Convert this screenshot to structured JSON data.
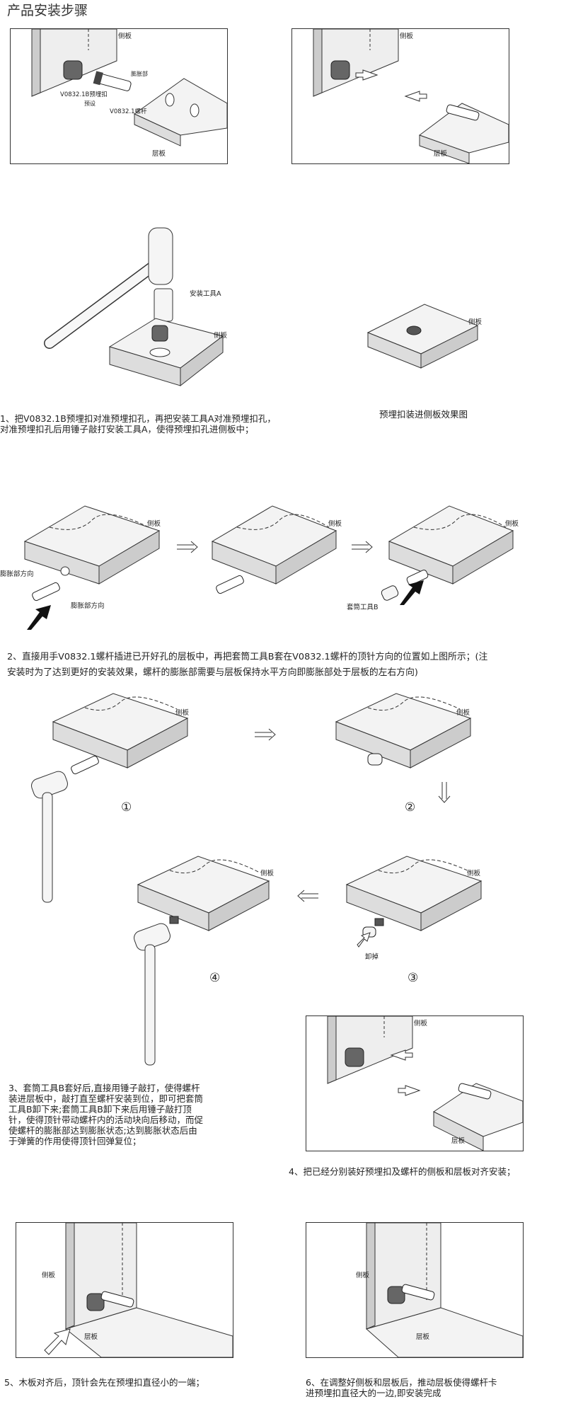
{
  "page": {
    "title": "产品安装步骤"
  },
  "labels": {
    "side_panel": "侧板",
    "shelf": "层板",
    "v_1b": "V0832.1B预埋扣",
    "v_1": "V0832.1螺杆",
    "preset": "预设",
    "expansion": "膨胀部",
    "tool_a": "安装工具A",
    "expand_dir": "膨胀部方向",
    "sleeve_b": "套筒工具B",
    "remove": "卸掉",
    "effect_caption": "预埋扣装进侧板效果图"
  },
  "circle_nums": [
    "①",
    "②",
    "③",
    "④"
  ],
  "steps": [
    {
      "text": "1、把V0832.1B预埋扣对准预埋扣孔，再把安装工具A对准预埋扣孔，\n对准预埋扣孔后用锤子敲打安装工具A，使得预埋扣孔进侧板中；"
    },
    {
      "text": "2、直接用手V0832.1螺杆插进已开好孔的层板中，再把套筒工具B套在V0832.1螺杆的顶针方向的位置如上图所示；(注\n安装时为了达到更好的安装效果，螺杆的膨胀部需要与层板保持水平方向即膨胀部处于层板的左右方向)"
    },
    {
      "text": "3、套筒工具B套好后,直接用锤子敲打，使得螺杆\n装进层板中，敲打直至螺杆安装到位，即可把套筒\n工具B卸下来;套筒工具B卸下来后用锤子敲打顶\n针，使得顶针带动螺杆内的活动块向后移动，而促\n使螺杆的膨胀部达到膨胀状态;达到膨胀状态后由\n于弹簧的作用使得顶针回弹复位；"
    },
    {
      "text": "4、把已经分别装好预埋扣及螺杆的侧板和层板对齐安装；"
    },
    {
      "text": "5、木板对齐后，顶针会先在预埋扣直径小的一端；"
    },
    {
      "text": "6、在调整好侧板和层板后，推动层板使得螺杆卡\n进预埋扣直径大的一边,即安装完成"
    }
  ]
}
